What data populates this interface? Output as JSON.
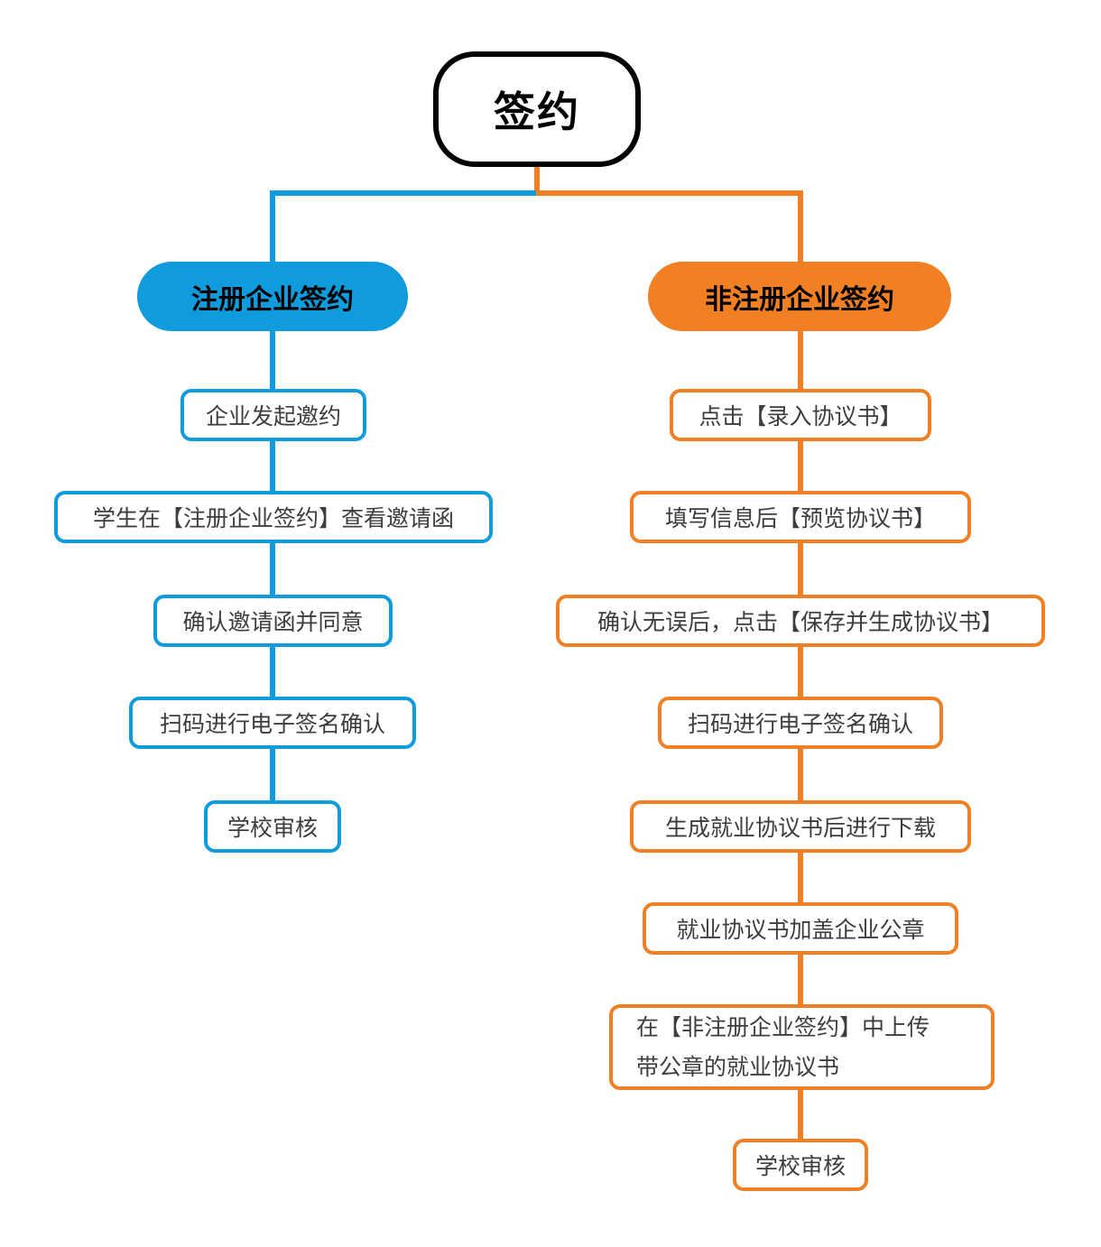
{
  "flowchart": {
    "title": "签约",
    "colors": {
      "blue": "#0F9BDC",
      "orange": "#F08023",
      "ink": "#000000",
      "step_text": "#3D3D3D",
      "bg": "#FFFFFF"
    },
    "branches": [
      {
        "id": "registered",
        "label": "注册企业签约",
        "color": "#0F9BDC",
        "steps": [
          "企业发起邀约",
          "学生在【注册企业签约】查看邀请函",
          "确认邀请函并同意",
          "扫码进行电子签名确认",
          "学校审核"
        ]
      },
      {
        "id": "unregistered",
        "label": "非注册企业签约",
        "color": "#F08023",
        "steps": [
          "点击【录入协议书】",
          "填写信息后【预览协议书】",
          "确认无误后，点击【保存并生成协议书】",
          "扫码进行电子签名确认",
          "生成就业协议书后进行下载",
          "就业协议书加盖企业公章",
          "在【非注册企业签约】中上传带公章的就业协议书",
          "学校审核"
        ]
      }
    ]
  }
}
